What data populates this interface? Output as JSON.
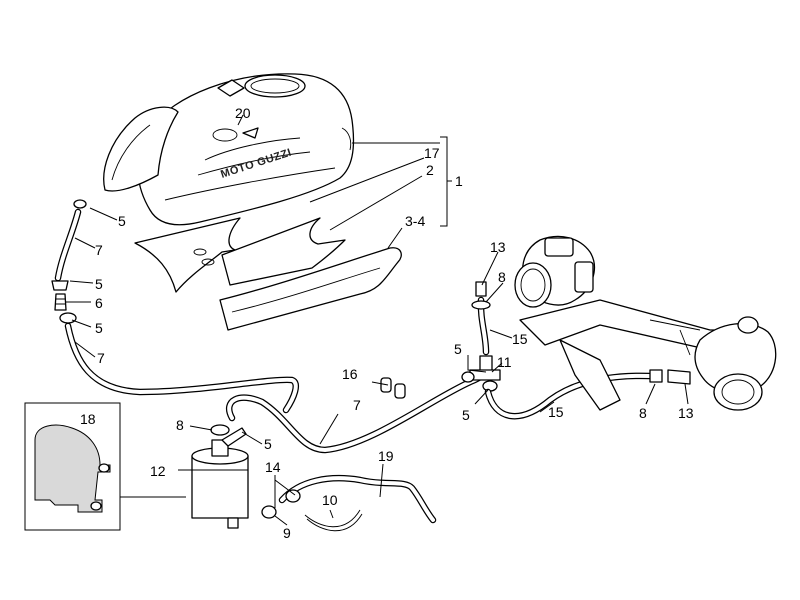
{
  "diagram": {
    "brand_text": "MOTO GUZZI",
    "callouts": {
      "c1": "1",
      "c2": "2",
      "c3_4": "3-4",
      "c5a": "5",
      "c5b": "5",
      "c5c": "5",
      "c5d": "5",
      "c5e": "5",
      "c5f": "5",
      "c6": "6",
      "c7a": "7",
      "c7b": "7",
      "c7c": "7",
      "c8a": "8",
      "c8b": "8",
      "c8c": "8",
      "c9": "9",
      "c10": "10",
      "c11": "11",
      "c12": "12",
      "c13a": "13",
      "c13b": "13",
      "c14": "14",
      "c15a": "15",
      "c15b": "15",
      "c16": "16",
      "c17": "17",
      "c18": "18",
      "c19": "19",
      "c20": "20"
    }
  }
}
